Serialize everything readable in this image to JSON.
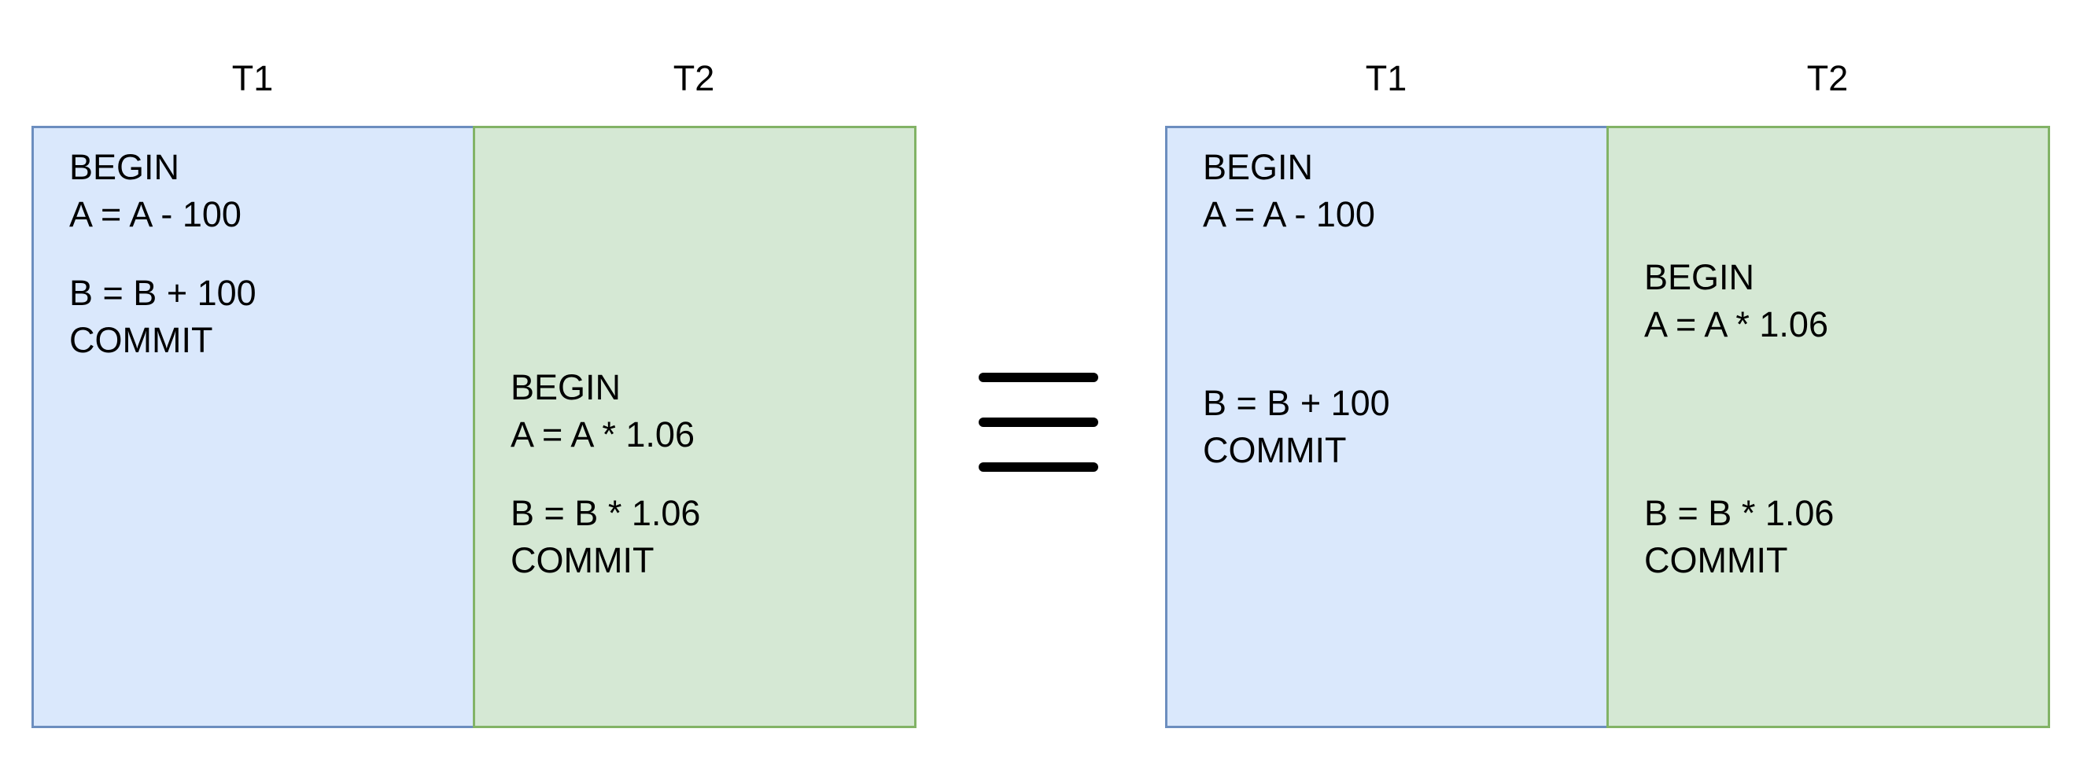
{
  "left_schedule": {
    "t1": {
      "header": "T1",
      "ops": [
        {
          "lines": [
            "BEGIN",
            "A = A - 100"
          ]
        },
        {
          "lines": [
            "B = B + 100",
            "COMMIT"
          ]
        }
      ]
    },
    "t2": {
      "header": "T2",
      "ops": [
        {
          "lines": [
            "BEGIN",
            "A = A * 1.06"
          ]
        },
        {
          "lines": [
            "B = B * 1.06",
            "COMMIT"
          ]
        }
      ]
    }
  },
  "right_schedule": {
    "t1": {
      "header": "T1",
      "ops": [
        {
          "lines": [
            "BEGIN",
            "A = A - 100"
          ]
        },
        {
          "lines": [
            "B = B + 100",
            "COMMIT"
          ]
        }
      ]
    },
    "t2": {
      "header": "T2",
      "ops": [
        {
          "lines": [
            "BEGIN",
            "A = A * 1.06"
          ]
        },
        {
          "lines": [
            "B = B * 1.06",
            "COMMIT"
          ]
        }
      ]
    }
  },
  "colors": {
    "t1_fill": "#dae8fc",
    "t1_border": "#6c8ebf",
    "t2_fill": "#d5e8d4",
    "t2_border": "#82b366"
  },
  "equivalence_symbol": "equivalent-icon"
}
